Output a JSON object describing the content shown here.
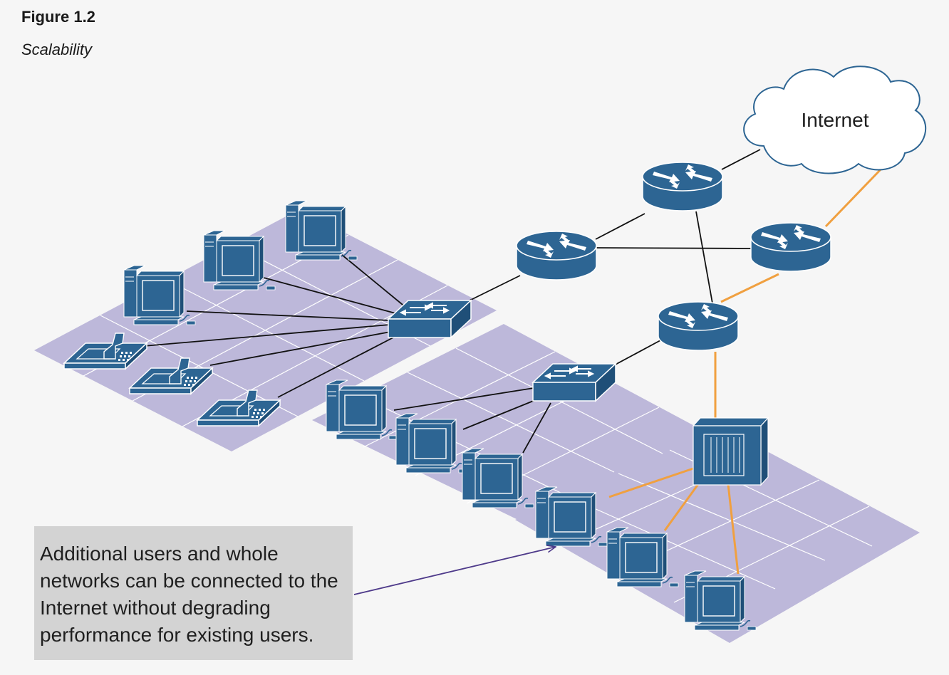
{
  "figure": {
    "title": "Figure 1.2",
    "subtitle": "Scalability"
  },
  "cloud": {
    "label": "Internet"
  },
  "callout": {
    "text": "Additional users and whole networks can be connected to the Internet without degrading performance for existing users."
  },
  "colors": {
    "background": "#f6f6f6",
    "floor_tile": "#bdb8da",
    "device_blue": "#2d6593",
    "device_dark": "#163b5c",
    "new_link_orange": "#f0a040",
    "link_black": "#111111",
    "callout_box": "#d3d3d3",
    "arrow_purple": "#4e3a8a"
  },
  "icons": [
    "router-icon",
    "switch-icon",
    "computer-icon",
    "telephone-icon",
    "server-icon",
    "cloud-icon"
  ]
}
